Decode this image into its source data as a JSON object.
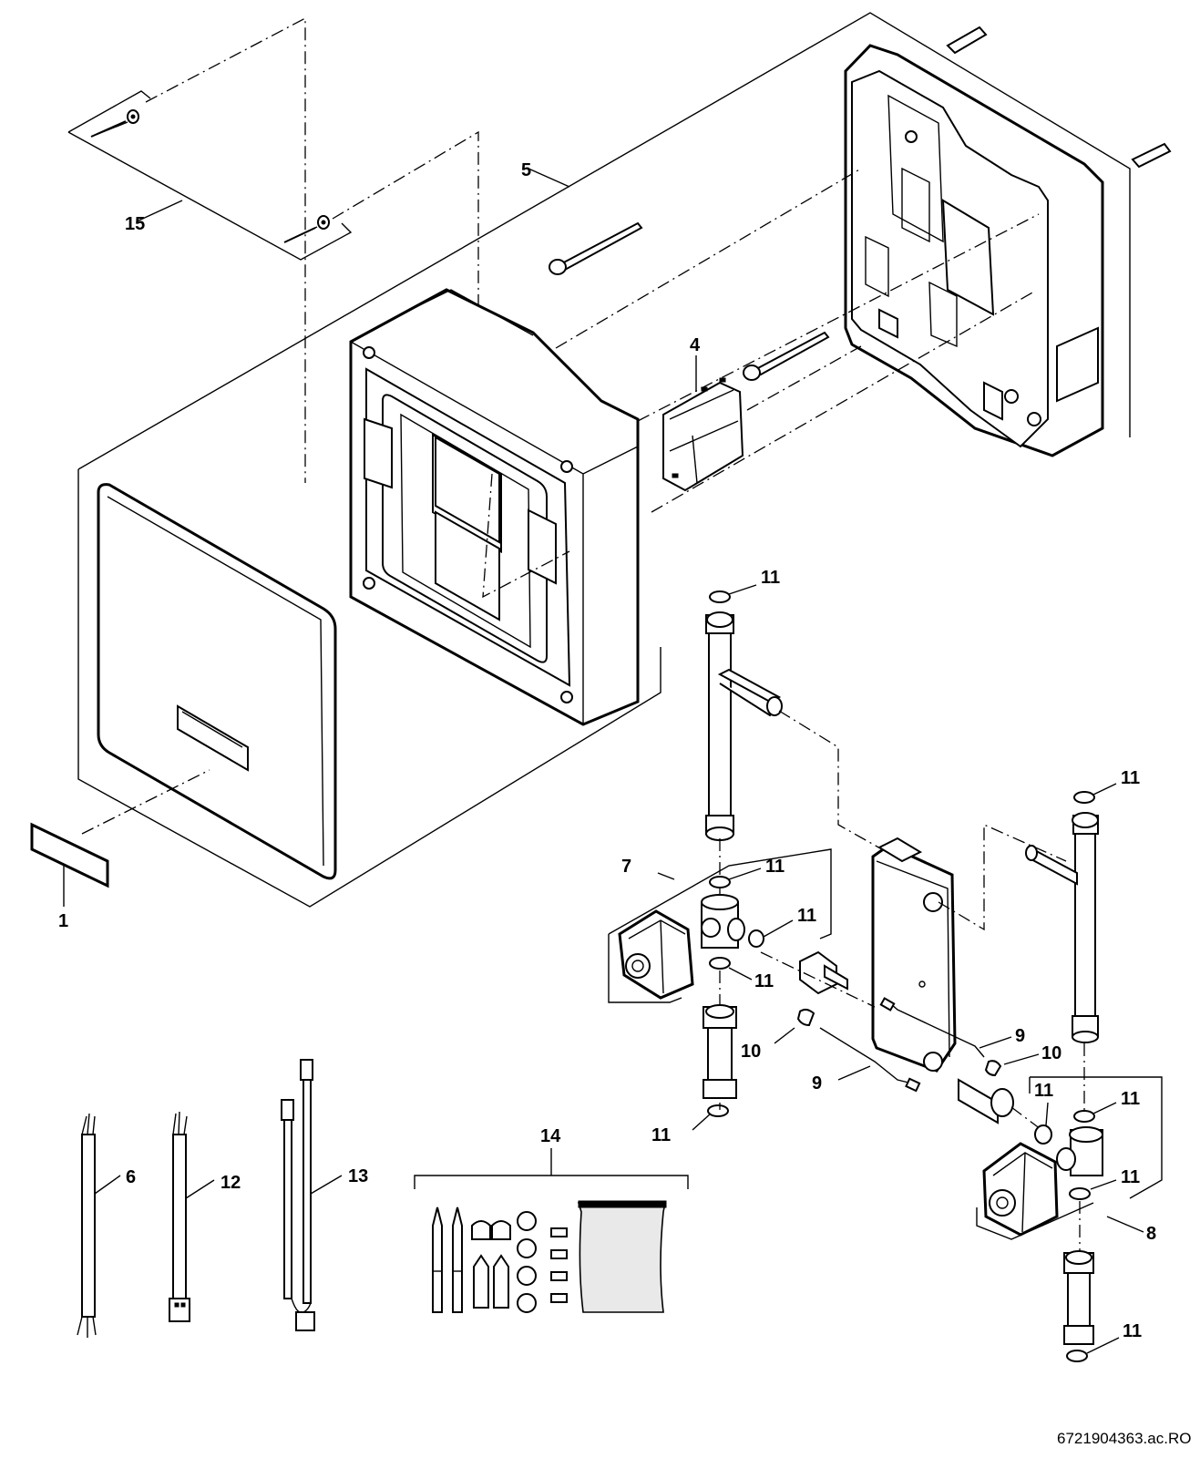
{
  "callouts": {
    "c1": "1",
    "c4": "4",
    "c5": "5",
    "c6": "6",
    "c7": "7",
    "c8": "8",
    "c9a": "9",
    "c9b": "9",
    "c10a": "10",
    "c10b": "10",
    "c11a": "11",
    "c11b": "11",
    "c11c": "11",
    "c11d": "11",
    "c11e": "11",
    "c11f": "11",
    "c11g": "11",
    "c11h": "11",
    "c11i": "11",
    "c11j": "11",
    "c12": "12",
    "c13": "13",
    "c14": "14",
    "c15": "15"
  },
  "document_id": "6721904363.ac.RO"
}
